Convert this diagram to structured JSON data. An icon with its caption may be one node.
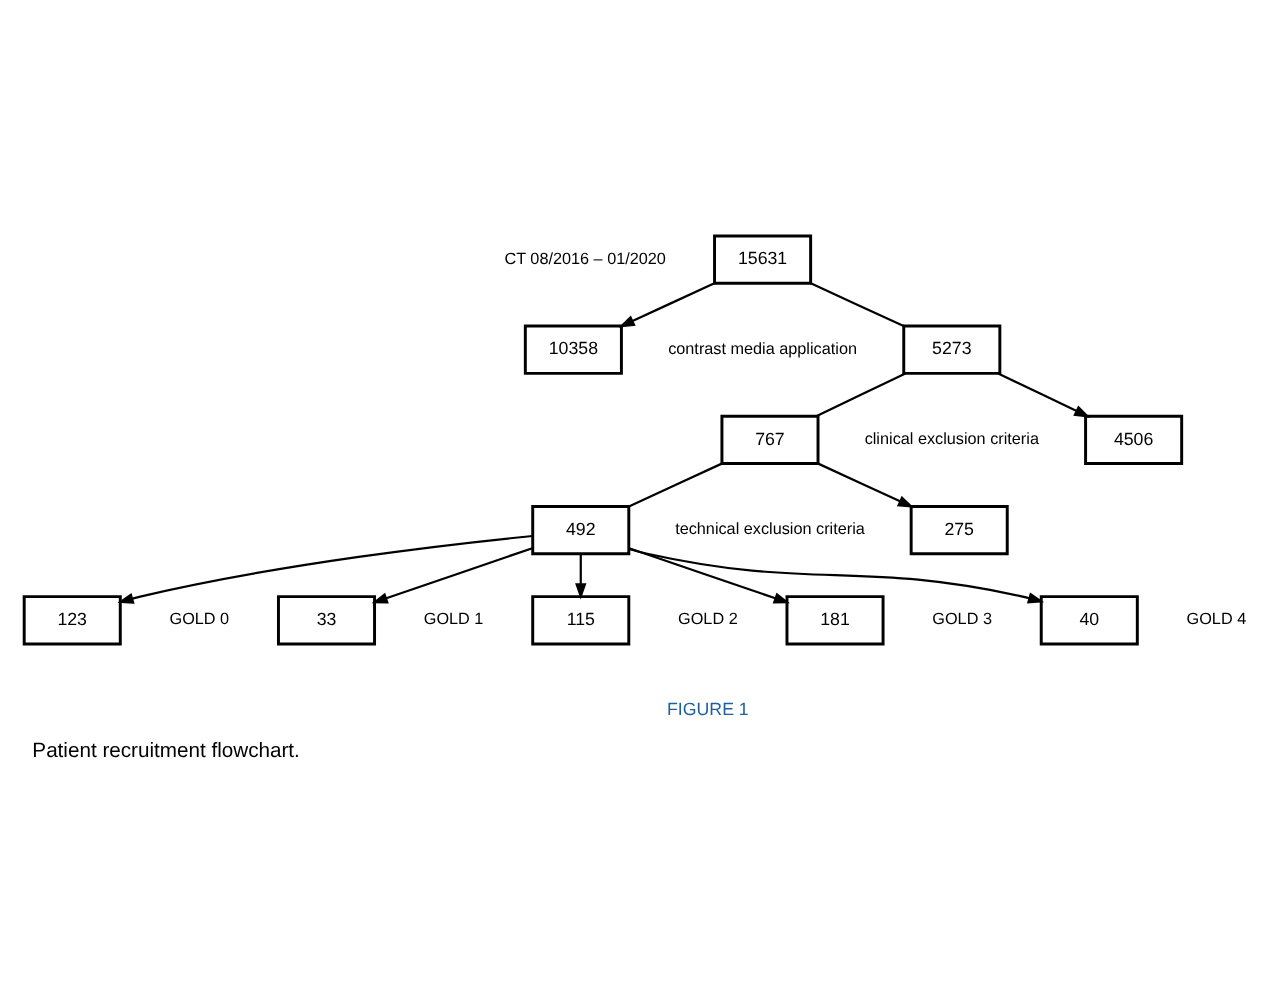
{
  "diagram": {
    "caption": "Patient recruitment flowchart.",
    "nodes": [
      {
        "text": [
          "15631"
        ],
        "beside": [
          "CT 08/2016 – 01/2020"
        ]
      },
      {
        "text": [
          "10358"
        ],
        "beside": [
          "contrast media application"
        ]
      },
      {
        "text": [
          "5273"
        ]
      },
      {
        "text": [
          "4506"
        ],
        "beside": [
          "clinical exclusion criteria"
        ]
      },
      {
        "text": [
          "767"
        ]
      },
      {
        "text": [
          "275"
        ],
        "beside": [
          "technical exclusion criteria"
        ]
      },
      {
        "text": [
          "492"
        ]
      },
      {
        "text": [
          "123"
        ],
        "beside": [
          "GOLD 0"
        ]
      },
      {
        "text": [
          "33"
        ],
        "beside": [
          "GOLD 1"
        ]
      },
      {
        "text": [
          "115"
        ],
        "beside": [
          "GOLD 2"
        ]
      },
      {
        "text": [
          "181"
        ],
        "beside": [
          "GOLD 3"
        ]
      },
      {
        "text": [
          "40"
        ],
        "beside": [
          "GOLD 4"
        ]
      }
    ],
    "edges": [
      {
        "from": 0,
        "to": 2,
        "arrow": "none"
      },
      {
        "from": 0,
        "to": 1,
        "arrow": "to"
      },
      {
        "from": 2,
        "to": 4,
        "arrow": "none"
      },
      {
        "from": 2,
        "to": 3,
        "arrow": "to"
      },
      {
        "from": 4,
        "to": 6,
        "arrow": "none"
      },
      {
        "from": 4,
        "to": 5,
        "arrow": "to"
      },
      {
        "from": 6,
        "to": 7,
        "arrow": "to"
      },
      {
        "from": 6,
        "to": 8,
        "arrow": "to"
      },
      {
        "from": 6,
        "to": 9,
        "arrow": "to"
      },
      {
        "from": 6,
        "to": 10,
        "arrow": "to"
      },
      {
        "from": 6,
        "to": 11,
        "arrow": "to"
      }
    ],
    "labels": [
      "FIGURE 1"
    ]
  }
}
